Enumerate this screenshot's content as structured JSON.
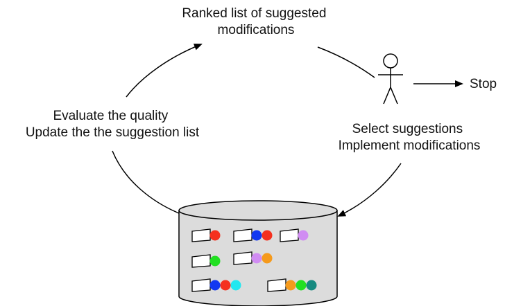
{
  "diagram": {
    "top_label": [
      "Ranked list of suggested",
      "modifications"
    ],
    "left_label": [
      "Evaluate the quality",
      "Update the the suggestion list"
    ],
    "right_label": [
      "Select suggestions",
      "Implement modifications"
    ],
    "stop_label": "Stop",
    "actor_icon": "stick-figure-icon",
    "database_icon": "cylinder-database-icon",
    "colors": {
      "red": "#f5301e",
      "blue": "#1238f0",
      "green": "#22e022",
      "lilac": "#d08cf2",
      "orange": "#f59a1c",
      "cyan": "#22e8f0",
      "teal": "#168a80",
      "db_fill": "#dcdcdc"
    },
    "items": [
      {
        "dots": [
          "red"
        ]
      },
      {
        "dots": [
          "blue",
          "red"
        ]
      },
      {
        "dots": [
          "lilac"
        ]
      },
      {
        "dots": [
          "green"
        ]
      },
      {
        "dots": [
          "lilac",
          "orange"
        ]
      },
      {
        "dots": [
          "blue",
          "red",
          "cyan"
        ]
      },
      {
        "dots": [
          "orange",
          "green",
          "teal"
        ]
      }
    ]
  }
}
